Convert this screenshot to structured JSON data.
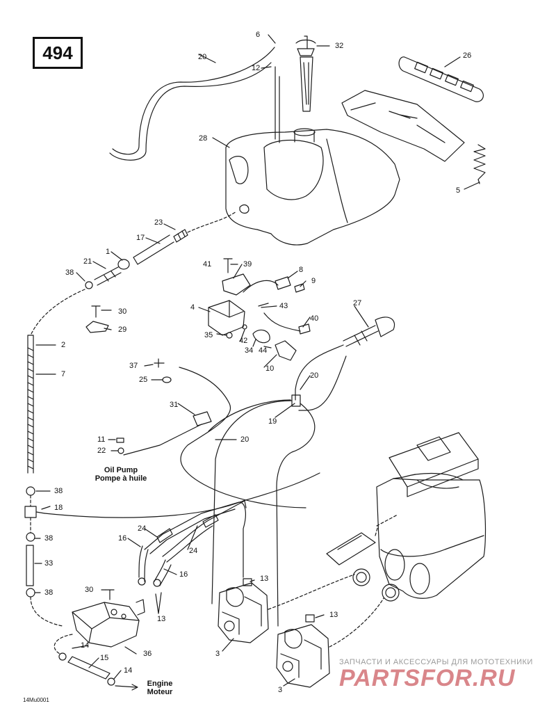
{
  "page": {
    "number": "494",
    "code": "14Mu0001"
  },
  "notes": {
    "oil_pump": [
      "Oil Pump",
      "Pompe à huile"
    ],
    "engine": [
      "Engine",
      "Moteur"
    ]
  },
  "watermark": {
    "tagline": "ЗАПЧАСТИ И АКСЕССУАРЫ ДЛЯ МОТОТЕХНИКИ",
    "logo": "PARTSFOR.RU",
    "colors": {
      "logo": "#d9868a",
      "tagline": "#9a9a9a"
    }
  },
  "callouts": [
    "6",
    "32",
    "20",
    "12",
    "26",
    "28",
    "5",
    "23",
    "17",
    "1",
    "21",
    "38",
    "41",
    "39",
    "8",
    "9",
    "30",
    "4",
    "43",
    "27",
    "40",
    "29",
    "35",
    "42",
    "34",
    "44",
    "10",
    "2",
    "7",
    "37",
    "20",
    "25",
    "31",
    "19",
    "20",
    "11",
    "22",
    "38",
    "18",
    "38",
    "24",
    "16",
    "33",
    "24",
    "16",
    "13",
    "30",
    "38",
    "13",
    "13",
    "14",
    "36",
    "3",
    "15",
    "14",
    "3"
  ]
}
